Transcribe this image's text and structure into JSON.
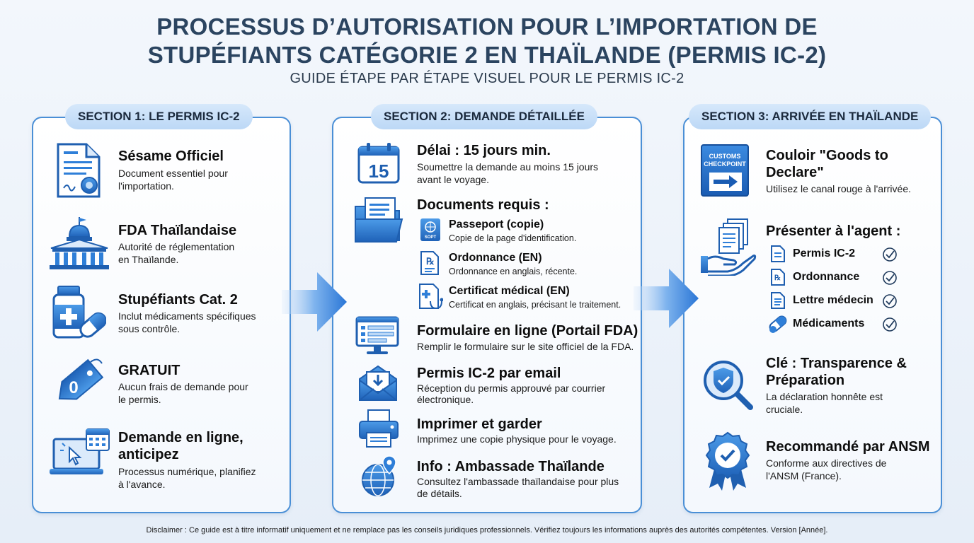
{
  "header": {
    "title_line1": "PROCESSUS D’AUTORISATION POUR L’IMPORTATION DE",
    "title_line2": "STUPÉFIANTS CATÉGORIE 2 EN THAÏLANDE (PERMIS IC-2)",
    "subtitle": "GUIDE ÉTAPE PAR ÉTAPE VISUEL POUR LE PERMIS IC-2"
  },
  "section1": {
    "label": "SECTION 1: LE PERMIS IC-2",
    "items": [
      {
        "title": "Sésame Officiel",
        "desc1": "Document essentiel pour",
        "desc2": "l'importation.",
        "icon": "certificate-icon"
      },
      {
        "title": "FDA Thaïlandaise",
        "desc1": "Autorité de réglementation",
        "desc2": "en Thaïlande.",
        "icon": "government-building-icon"
      },
      {
        "title": "Stupéfiants Cat. 2",
        "desc1": "Inclut médicaments spécifiques",
        "desc2": "sous contrôle.",
        "icon": "medicine-bottle-icon"
      },
      {
        "title": "GRATUIT",
        "desc1": "Aucun frais de demande pour",
        "desc2": "le permis.",
        "icon": "price-tag-icon",
        "tag_text": "0"
      },
      {
        "title1": "Demande en ligne,",
        "title2": "anticipez",
        "desc1": "Processus numérique, planifiez",
        "desc2": "à l'avance.",
        "icon": "laptop-calendar-icon"
      }
    ]
  },
  "section2": {
    "label": "SECTION 2: DEMANDE DÉTAILLÉE",
    "delay": {
      "title": "Délai : 15 jours min.",
      "desc1": "Soumettre la demande au moins 15 jours",
      "desc2": "avant le voyage.",
      "calendar_number": "15"
    },
    "documents": {
      "title": "Documents requis :",
      "items": [
        {
          "title": "Passeport (copie)",
          "desc": "Copie de la page d'identification.",
          "icon": "passport-icon",
          "icon_text": "SOPT"
        },
        {
          "title": "Ordonnance (EN)",
          "desc": "Ordonnance en anglais, récente.",
          "icon": "prescription-icon"
        },
        {
          "title": "Certificat médical (EN)",
          "desc": "Certificat en anglais, précisant le traitement.",
          "icon": "medical-certificate-icon"
        }
      ]
    },
    "form": {
      "title": "Formulaire en ligne (Portail FDA)",
      "desc": "Remplir le formulaire sur le site officiel de la FDA."
    },
    "email": {
      "title": "Permis IC-2 par email",
      "desc1": "Réception du permis approuvé par courrier",
      "desc2": "électronique."
    },
    "print": {
      "title": "Imprimer et garder",
      "desc": "Imprimez une copie physique pour le voyage."
    },
    "embassy": {
      "title": "Info : Ambassade Thaïlande",
      "desc1": "Consultez l'ambassade thaïlandaise pour plus",
      "desc2": "de détails."
    }
  },
  "section3": {
    "label": "SECTION 3: ARRIVÉE EN THAÏLANDE",
    "corridor": {
      "title1": "Couloir \"Goods to",
      "title2": "Declare\"",
      "desc": "Utilisez le canal rouge à l'arrivée.",
      "sign_line1": "CUSTOMS",
      "sign_line2": "CHECKPOINT"
    },
    "present": {
      "title": "Présenter à l'agent :",
      "items": [
        "Permis IC-2",
        "Ordonnance",
        "Lettre médecin",
        "Médicaments"
      ]
    },
    "key": {
      "title1": "Clé : Transparence &",
      "title2": "Préparation",
      "desc1": "La déclaration honnête est",
      "desc2": "cruciale."
    },
    "ansm": {
      "title": "Recommandé par ANSM",
      "desc1": "Conforme aux directives de",
      "desc2": "l'ANSM (France)."
    }
  },
  "footer": {
    "disclaimer": "Disclaimer : Ce guide est à titre informatif uniquement et ne remplace pas les conseils juridiques professionnels. Vérifiez toujours les informations auprès des autorités compétentes. Version [Année]."
  },
  "colors": {
    "accent": "#2f7fd8",
    "dark_blue": "#1f5fb0",
    "panel_border": "#4a8fd6",
    "title": "#2b4460"
  }
}
